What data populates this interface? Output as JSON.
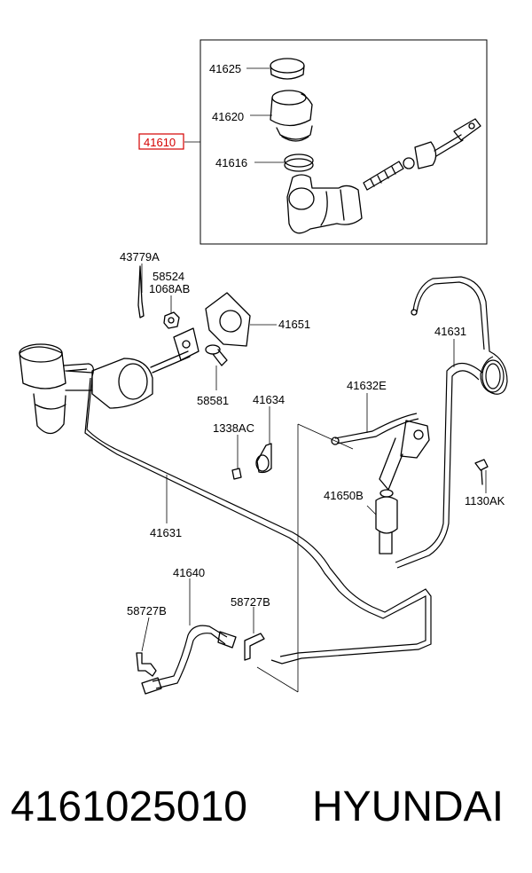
{
  "callouts": {
    "c41625": "41625",
    "c41620": "41620",
    "c41610": "41610",
    "c41616": "41616",
    "c43779A": "43779A",
    "c58524": "58524",
    "c1068AB": "1068AB",
    "c41651": "41651",
    "c41631a": "41631",
    "c41632E": "41632E",
    "c58581": "58581",
    "c41634": "41634",
    "c1338AC": "1338AC",
    "c1130AK": "1130AK",
    "c41650B": "41650B",
    "c41631b": "41631",
    "c41640": "41640",
    "c58727Ba": "58727B",
    "c58727Bb": "58727B"
  },
  "highlight_color": "#d40000",
  "footer": {
    "part_number": "4161025010",
    "brand": "HYUNDAI"
  }
}
